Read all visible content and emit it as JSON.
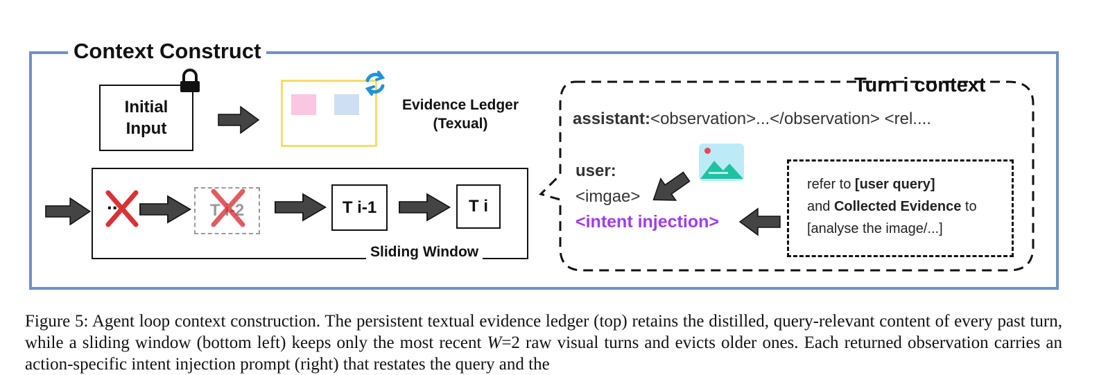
{
  "outer": {
    "title": "Context Construct"
  },
  "initial_input": {
    "line1": "Initial",
    "line2": "Input"
  },
  "evidence_ledger": {
    "line1": "Evidence Ledger",
    "line2": "(Texual)"
  },
  "sliding_window": {
    "label": "Sliding Window",
    "evicted_dots": "..",
    "evicted_turn": "T i-2",
    "prev_turn": "T i-1",
    "current_turn": "T i"
  },
  "turn_context": {
    "title": "Turn i context",
    "assistant_prefix": "assistant:",
    "assistant_text": "<observation>...</observation> <rel....",
    "user_label": "user:",
    "image_tag": "<imgae>",
    "intent_tag": "<intent injection>"
  },
  "prompt_box": {
    "l1_pre": "refer to ",
    "l1_bold": "[user query]",
    "l2_pre": "and ",
    "l2_bold": "Collected Evidence",
    "l2_post": " to",
    "l3": "[analyse the image/...]"
  },
  "caption": {
    "text_a": "Figure 5: Agent loop context construction. The persistent textual evidence ledger (top) retains the distilled, query-relevant content of every past turn, while a sliding window (bottom left) keeps only the most recent ",
    "w_var": "W",
    "w_eq": "=2",
    "text_b": " raw visual turns and evicts older ones. Each returned observation carries an action-specific intent injection prompt (right) that restates the query and the"
  },
  "colors": {
    "frame": "#7091c6",
    "ledger_border": "#f8dc6c",
    "ledger_pink": "#fbc6e2",
    "ledger_blue": "#cfdff3",
    "refresh": "#1f94d8",
    "evict_x": "#d9262a",
    "intent": "#a03cf0",
    "image_icon_bg": "#bdeaf7",
    "image_icon_fg": "#1fc2a0",
    "arrow": "#444444"
  }
}
